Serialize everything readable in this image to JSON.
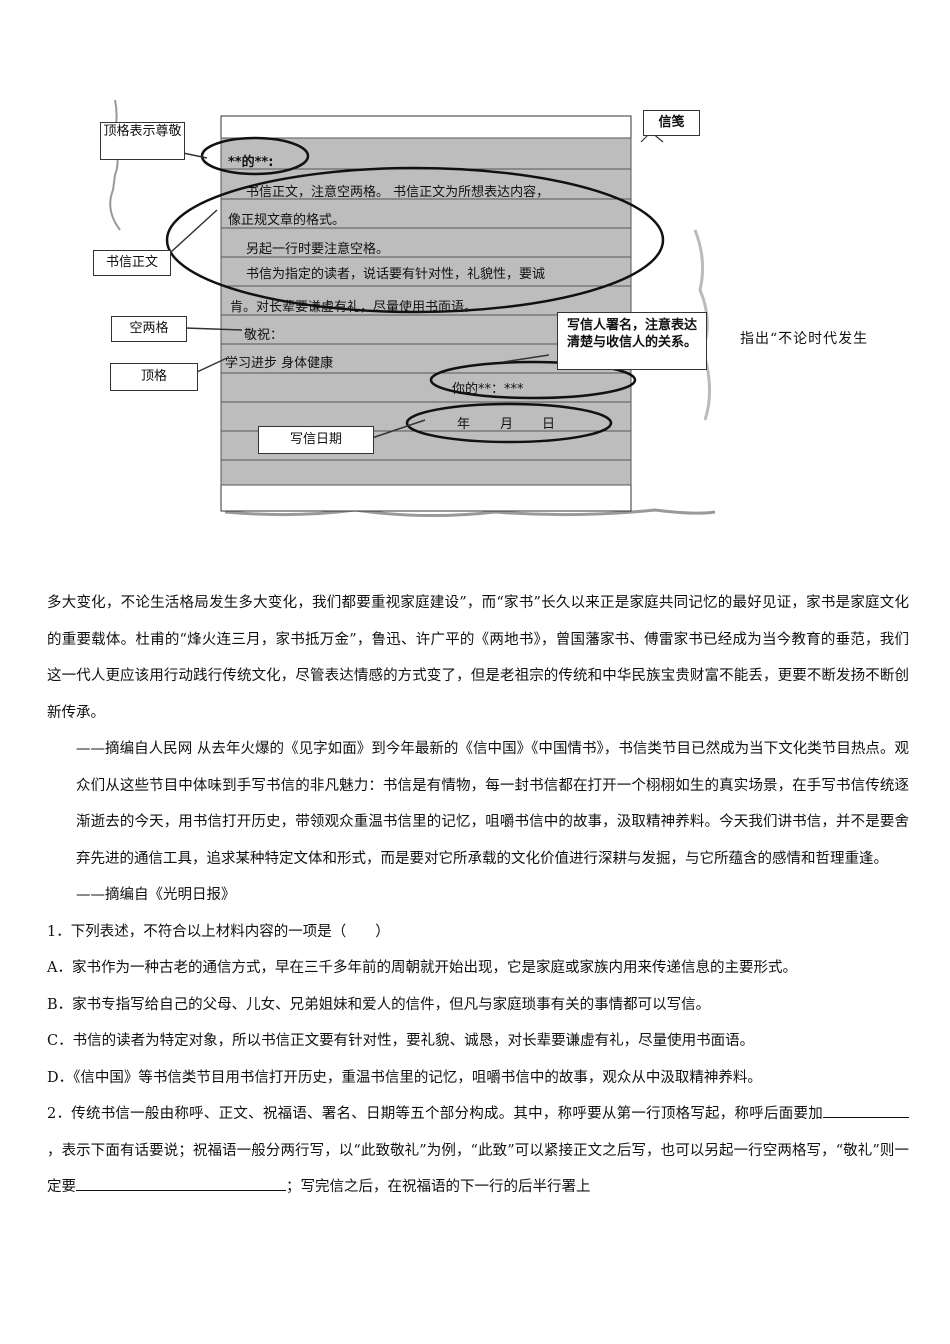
{
  "figure": {
    "header_label": "信笺",
    "salutation": "**的**:",
    "body_lines": [
      "书信正文，注意空两格。 书信正文为所想表达内容，",
      "像正规文章的格式。",
      "另起一行时要注意空格。",
      "书信为指定的读者，说话要有针对性，礼貌性，要诚",
      "肯。对长辈要谦虚有礼，尽量使用书面语。"
    ],
    "closing_1": "敬祝：",
    "closing_2": "学习进步  身体健康",
    "signature": "你的**：***",
    "date_year": "年",
    "date_month": "月",
    "date_day": "日",
    "callouts": {
      "top_format": "顶格表示尊敬",
      "body": "书信正文",
      "two_spaces": "空两格",
      "top_format_2": "顶格",
      "signer": "写信人署名，注意表达清楚与收信人的关系。",
      "date": "写信日期"
    }
  },
  "side_note": "指出“不论时代发生",
  "paragraphs": [
    "多大变化，不论生活格局发生多大变化，我们都要重视家庭建设”，而“家书”长久以来正是家庭共同记忆的最好见证，家书是家庭文化的重要载体。杜甫的“烽火连三月，家书抵万金”，鲁迅、许广平的《两地书》，曾国藩家书、傅雷家书已经成为当今教育的垂范，我们这一代人更应该用行动践行传统文化，尽管表达情感的方式变了，但是老祖宗的传统和中华民族宝贵财富不能丢，更要不断发扬不断创新传承。",
    "——摘编自人民网  从去年火爆的《见字如面》到今年最新的《信中国》《中国情书》，书信类节目已然成为当下文化类节目热点。观众们从这些节目中体味到手写书信的非凡魅力：书信是有情物，每一封书信都在打开一个栩栩如生的真实场景，在手写书信传统逐渐逝去的今天，用书信打开历史，带领观众重温书信里的记忆，咀嚼书信中的故事，汲取精神养料。今天我们讲书信，并不是要舍弃先进的通信工具，追求某种特定文体和形式，而是要对它所承载的文化价值进行深耕与发掘，与它所蕴含的感情和哲理重逢。",
    "——摘编自《光明日报》"
  ],
  "questions": {
    "q1_stem": "1．下列表述，不符合以上材料内容的一项是（　　）",
    "q1_options": [
      "A．家书作为一种古老的通信方式，早在三千多年前的周朝就开始出现，它是家庭或家族内用来传递信息的主要形式。",
      "B．家书专指写给自己的父母、儿女、兄弟姐妹和爱人的信件，但凡与家庭琐事有关的事情都可以写信。",
      "C．书信的读者为特定对象，所以书信正文要有针对性，要礼貌、诚恳，对长辈要谦虚有礼，尽量使用书面语。",
      "D．《信中国》等书信类节目用书信打开历史，重温书信里的记忆，咀嚼书信中的故事，观众从中汲取精神养料。"
    ],
    "q2_part1": "2．传统书信一般由称呼、正文、祝福语、署名、日期等五个部分构成。其中，称呼要从第一行顶格写起，称呼后面要加",
    "q2_part2": "，表示下面有话要说；祝福语一般分两行写，以“此致敬礼”为例，“此致”可以紧接正文之后写，也可以另起一行空两格写，“敬礼”则一定要",
    "q2_part3": "；写完信之后，在祝福语的下一行的后半行署上"
  }
}
